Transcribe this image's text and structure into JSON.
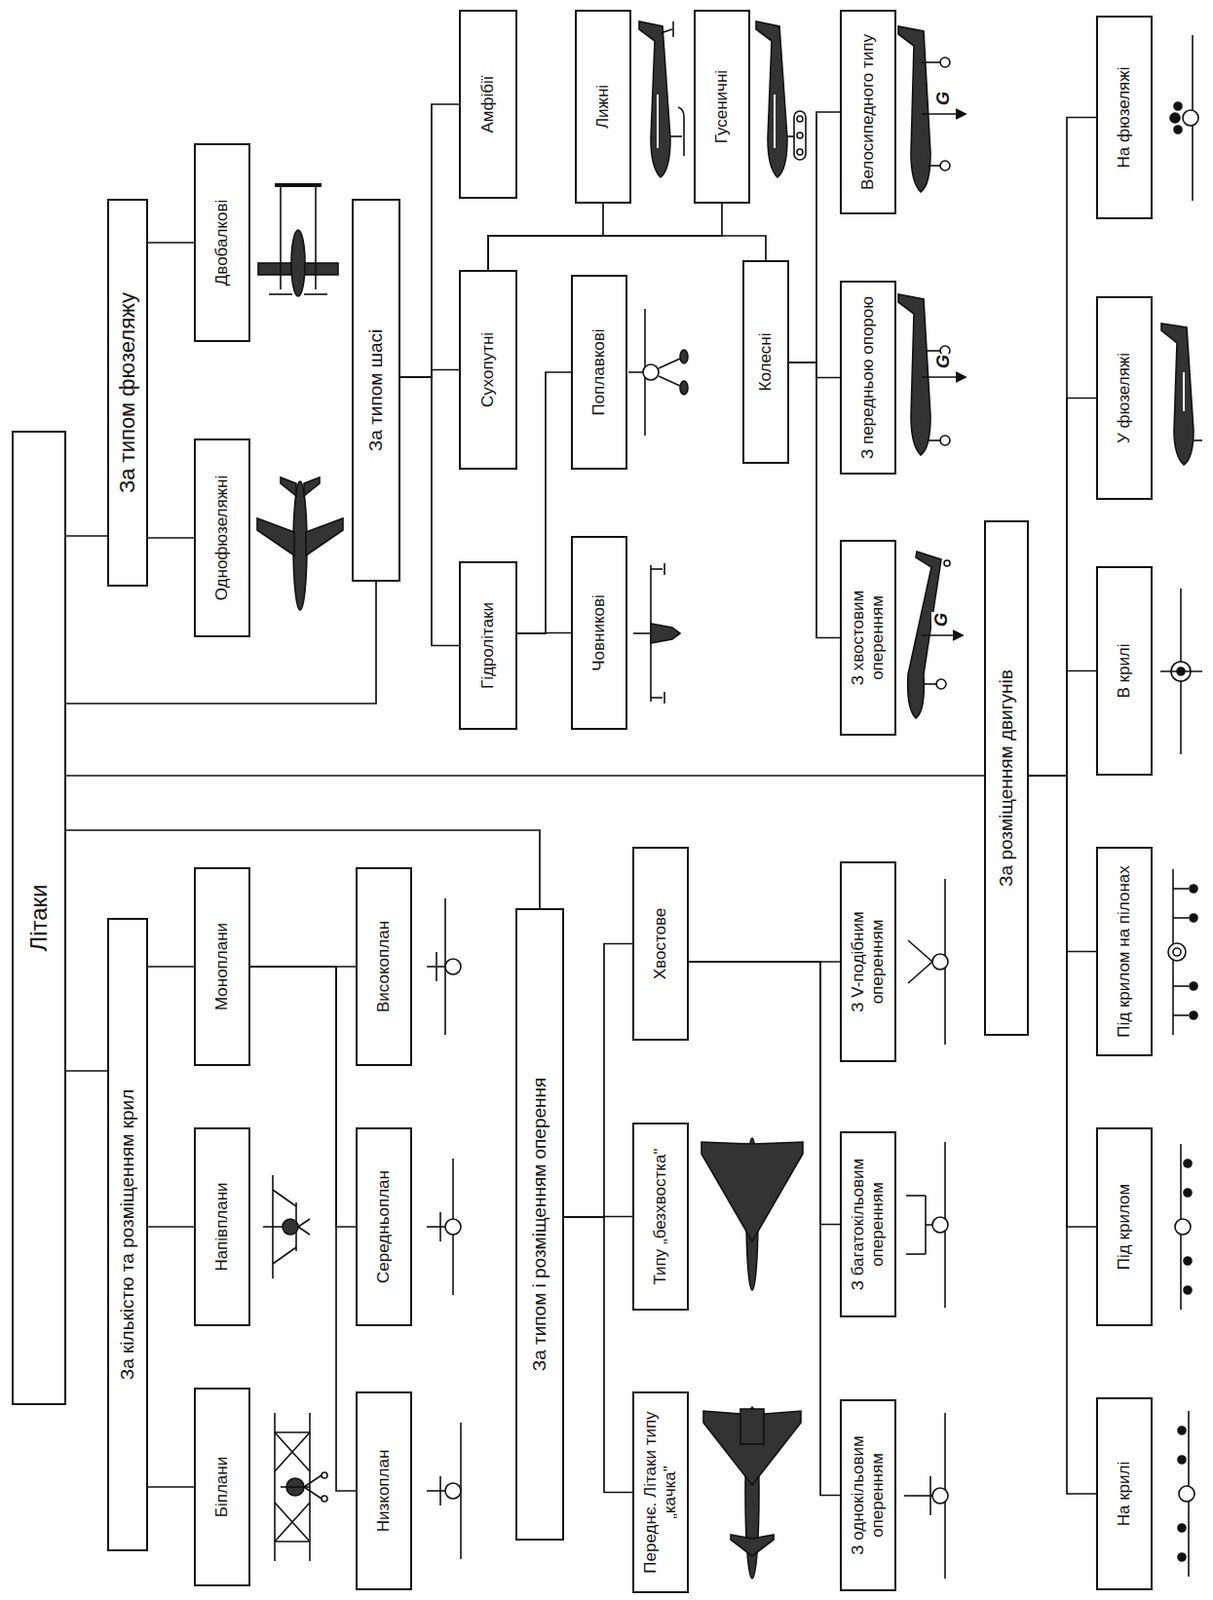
{
  "diagram": {
    "nodes": [
      {
        "text": [
          "Літаки"
        ]
      },
      {
        "text": [
          "За кількістю та розміщенням крил"
        ]
      },
      {
        "text": [
          "За типом фюзеляжу"
        ]
      },
      {
        "text": [
          "Біплани"
        ]
      },
      {
        "text": [
          "Напівплани"
        ]
      },
      {
        "text": [
          "Моноплани"
        ]
      },
      {
        "text": [
          "Однофюзеляжні"
        ]
      },
      {
        "text": [
          "Двобалкові"
        ]
      },
      {
        "text": [
          "Низкоплан"
        ]
      },
      {
        "text": [
          "Середньоплан"
        ]
      },
      {
        "text": [
          "Високоплан"
        ]
      },
      {
        "text": [
          "За типом шасі"
        ]
      },
      {
        "text": [
          "Гідролітаки"
        ]
      },
      {
        "text": [
          "Сухопутні"
        ]
      },
      {
        "text": [
          "Амфібії"
        ]
      },
      {
        "text": [
          "За типом і розміщенням оперення"
        ]
      },
      {
        "text": [
          "Човникові"
        ]
      },
      {
        "text": [
          "Поплавкові"
        ]
      },
      {
        "text": [
          "Лижні"
        ]
      },
      {
        "text": [
          "Переднє. Літаки типу „качка\""
        ]
      },
      {
        "text": [
          "Типу „безхвостка\""
        ]
      },
      {
        "text": [
          "Хвостове"
        ]
      },
      {
        "text": [
          "Гусеничні"
        ]
      },
      {
        "text": [
          "Колесні"
        ]
      },
      {
        "text": [
          "З однокільовим оперенням"
        ]
      },
      {
        "text": [
          "З багатокільовим оперенням"
        ]
      },
      {
        "text": [
          "З V-подібним оперенням"
        ]
      },
      {
        "text": [
          "З хвостовим оперенням"
        ]
      },
      {
        "text": [
          "З передньою опорою"
        ]
      },
      {
        "text": [
          "Велосипедного типу"
        ]
      },
      {
        "text": [
          "За розміщенням двигунів"
        ]
      },
      {
        "text": [
          "На крилі"
        ]
      },
      {
        "text": [
          "Під крилом"
        ]
      },
      {
        "text": [
          "Під крилом на пілонах"
        ]
      },
      {
        "text": [
          "В крилі"
        ]
      },
      {
        "text": [
          "У фюзеляжі"
        ]
      },
      {
        "text": [
          "На фюзеляжі"
        ]
      }
    ],
    "edges": [
      {
        "from": 0,
        "to": 1,
        "arrow": "none"
      },
      {
        "from": 0,
        "to": 2,
        "arrow": "none"
      },
      {
        "from": 0,
        "to": 11,
        "arrow": "none"
      },
      {
        "from": 0,
        "to": 15,
        "arrow": "none"
      },
      {
        "from": 0,
        "to": 30,
        "arrow": "none"
      },
      {
        "from": 1,
        "to": 3,
        "arrow": "none"
      },
      {
        "from": 1,
        "to": 4,
        "arrow": "none"
      },
      {
        "from": 1,
        "to": 5,
        "arrow": "none"
      },
      {
        "from": 2,
        "to": 6,
        "arrow": "none"
      },
      {
        "from": 2,
        "to": 7,
        "arrow": "none"
      },
      {
        "from": 5,
        "to": 8,
        "arrow": "none"
      },
      {
        "from": 5,
        "to": 9,
        "arrow": "none"
      },
      {
        "from": 5,
        "to": 10,
        "arrow": "none"
      },
      {
        "from": 11,
        "to": 12,
        "arrow": "none"
      },
      {
        "from": 11,
        "to": 13,
        "arrow": "none"
      },
      {
        "from": 11,
        "to": 14,
        "arrow": "none"
      },
      {
        "from": 12,
        "to": 16,
        "arrow": "none"
      },
      {
        "from": 12,
        "to": 17,
        "arrow": "none"
      },
      {
        "from": 13,
        "to": 18,
        "arrow": "none"
      },
      {
        "from": 13,
        "to": 22,
        "arrow": "none"
      },
      {
        "from": 13,
        "to": 23,
        "arrow": "none"
      },
      {
        "from": 15,
        "to": 19,
        "arrow": "none"
      },
      {
        "from": 15,
        "to": 20,
        "arrow": "none"
      },
      {
        "from": 15,
        "to": 21,
        "arrow": "none"
      },
      {
        "from": 21,
        "to": 24,
        "arrow": "none"
      },
      {
        "from": 21,
        "to": 25,
        "arrow": "none"
      },
      {
        "from": 21,
        "to": 26,
        "arrow": "none"
      },
      {
        "from": 23,
        "to": 27,
        "arrow": "none"
      },
      {
        "from": 23,
        "to": 28,
        "arrow": "none"
      },
      {
        "from": 23,
        "to": 29,
        "arrow": "none"
      },
      {
        "from": 30,
        "to": 31,
        "arrow": "none"
      },
      {
        "from": 30,
        "to": 32,
        "arrow": "none"
      },
      {
        "from": 30,
        "to": 33,
        "arrow": "none"
      },
      {
        "from": 30,
        "to": 34,
        "arrow": "none"
      },
      {
        "from": 30,
        "to": 35,
        "arrow": "none"
      },
      {
        "from": 30,
        "to": 36,
        "arrow": "none"
      }
    ],
    "labels": [
      "G",
      "G",
      "G"
    ]
  }
}
